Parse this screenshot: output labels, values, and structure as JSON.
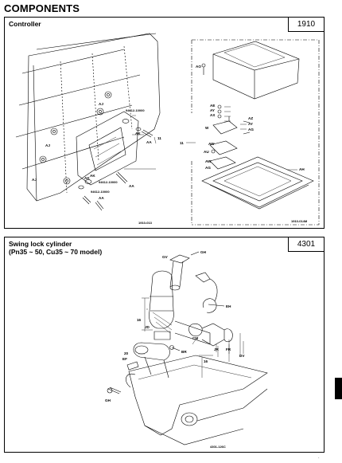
{
  "page": {
    "title": "COMPONENTS",
    "mark": "·"
  },
  "panel1": {
    "label": "Controller",
    "code": "1910",
    "callouts": {
      "aj": "AJ",
      "ak": "AK",
      "aa": "AA",
      "ae": "AE",
      "ao": "AO",
      "az": "AZ",
      "ay": "AY",
      "ax": "AX",
      "w": "W",
      "ag": "AG",
      "aw": "AW",
      "au": "AU",
      "ah": "AH",
      "n11": "11",
      "part1": "94612-10000",
      "part2": "94612-10000",
      "part3": "94612-10000"
    },
    "fig_left": "1910-013",
    "fig_right": "1910-014M"
  },
  "panel2": {
    "label": "Swing lock cylinder\n(Pn35 ~ 50, Cu35 ~ 70 model)",
    "code": "4301",
    "callouts": {
      "gv": "GV",
      "gh1": "GH",
      "eh": "EH",
      "n16a": "16",
      "jd": "JD",
      "cm": "CM",
      "jr": "JR",
      "fr": "FR",
      "dv": "DV",
      "n20": "20",
      "br": "BR",
      "n16b": "16",
      "ef": "EF",
      "gh2": "GH"
    },
    "fig": "4301-126C"
  },
  "side_tab_color": "#000000"
}
